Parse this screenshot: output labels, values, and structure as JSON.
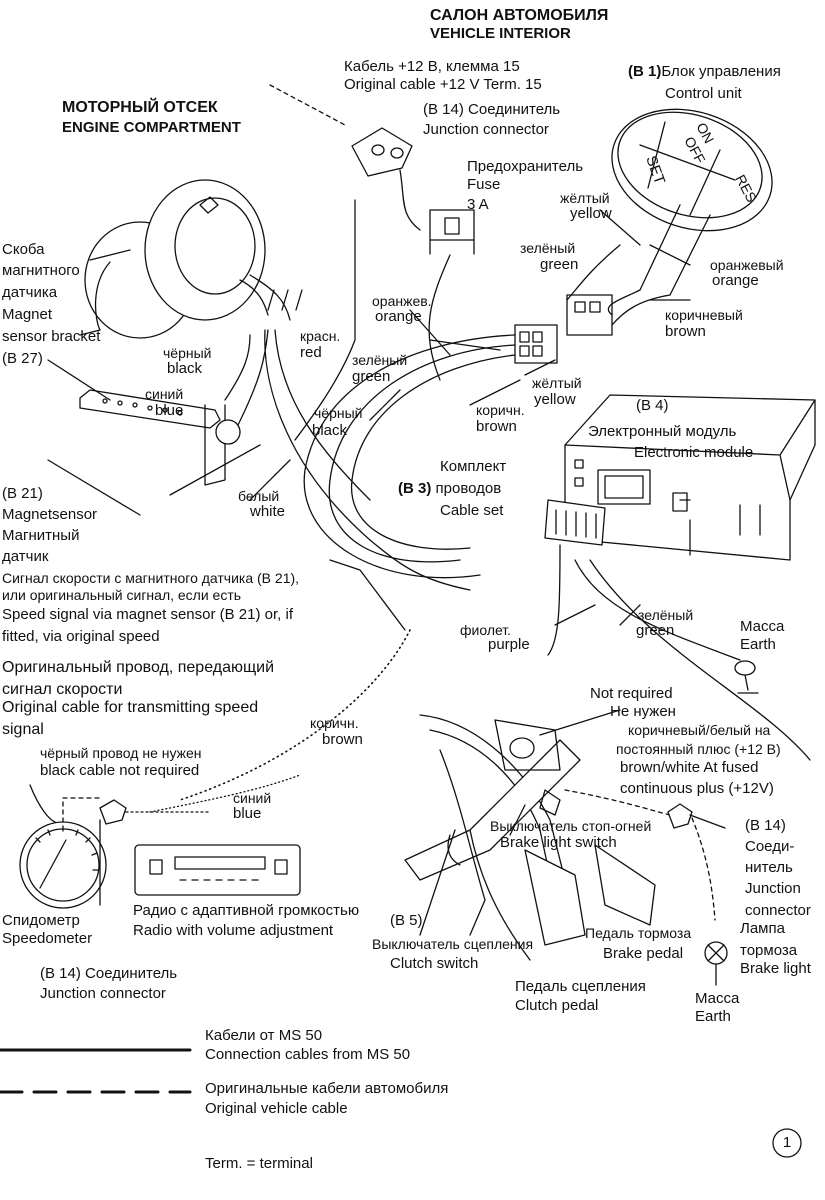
{
  "headers": {
    "cabin_ru": "САЛОН АВТОМОБИЛЯ",
    "cabin_en": "VEHICLE INTERIOR",
    "engine_ru": "МОТОРНЫЙ ОТСЕК",
    "engine_en": "ENGINE COMPARTMENT"
  },
  "labels": {
    "cable15_ru": "Кабель +12 В, клемма 15",
    "cable15_en": "Original cable +12 V Term. 15",
    "b14_top_code": "(B 14)",
    "b14_top_ru": "Соединитель",
    "b14_top_en": "Junction connector",
    "fuse_ru": "Предохранитель",
    "fuse_en": "Fuse",
    "fuse_val": "3 A",
    "b1_code": "(B 1)",
    "b1_ru": "Блок управления",
    "b1_en": "Control unit",
    "btn_set": "SET",
    "btn_on": "ON",
    "btn_off": "OFF",
    "btn_res": "RES",
    "yellow1_ru": "жёлтый",
    "yellow1_en": "yellow",
    "green1_ru": "зелёный",
    "green1_en": "green",
    "orange1_ru": "оранжевый",
    "orange1_en": "orange",
    "brown1_ru": "коричневый",
    "brown1_en": "brown",
    "orange2_ru": "оранжев.",
    "orange2_en": "orange",
    "red_ru": "красн.",
    "red_en": "red",
    "green2_ru": "зелёный",
    "green2_en": "green",
    "yellow2_ru": "жёлтый",
    "yellow2_en": "yellow",
    "brown2_ru": "коричн.",
    "brown2_en": "brown",
    "b4_code": "(B 4)",
    "b4_ru": "Электронный модуль",
    "b4_en": "Electronic module",
    "bracket_ru1": "Скоба",
    "bracket_ru2": "магнитного",
    "bracket_ru3": "датчика",
    "bracket_en1": "Magnet",
    "bracket_en2": "sensor bracket",
    "bracket_code": "(B 27)",
    "black1_ru": "чёрный",
    "black1_en": "black",
    "blue1_ru": "синий",
    "blue1_en": "blue",
    "black2_ru": "чёрный",
    "black2_en": "black",
    "b3_ru_1": "Комплект",
    "b3_code": "(B 3)",
    "b3_ru_2": "проводов",
    "b3_en": "Cable set",
    "b21_code": "(B 21)",
    "b21_en": "Magnetsensor",
    "b21_ru1": "Магнитный",
    "b21_ru2": "датчик",
    "white_ru": "белый",
    "white_en": "white",
    "speed_ru1": "Сигнал скорости с магнитного датчика (B 21),",
    "speed_ru2": "или оригинальный сигнал, если есть",
    "speed_en1": "Speed signal via magnet sensor (B 21) or, if",
    "speed_en2": "fitted, via original speed",
    "purple_ru": "фиолет.",
    "purple_en": "purple",
    "green3_ru": "зелёный",
    "green3_en": "green",
    "earth1_ru": "Масса",
    "earth1_en": "Earth",
    "orig_ru1": "Оригинальный провод, передающий",
    "orig_ru2": "сигнал скорости",
    "orig_en1": "Original cable for transmitting speed",
    "orig_en2": "signal",
    "notreq_en": "Not required",
    "notreq_ru": "Не нужен",
    "bw_ru1": "коричневый/белый на",
    "bw_ru2": "постоянный плюс (+12 В)",
    "bw_en1": "brown/white At fused",
    "bw_en2": "continuous plus (+12V)",
    "brown3_ru": "коричн.",
    "brown3_en": "brown",
    "blackreq_ru": "чёрный провод не нужен",
    "blackreq_en": "black cable not required",
    "blue2_ru": "синий",
    "blue2_en": "blue",
    "stop_ru": "Выключатель стоп-огней",
    "stop_en": "Brake light switch",
    "b14_right_code": "(B 14)",
    "b14_right_ru1": "Соеди-",
    "b14_right_ru2": "нитель",
    "b14_right_en1": "Junction",
    "b14_right_en2": "connector",
    "speedo_ru": "Спидометр",
    "speedo_en": "Speedometer",
    "radio_ru": "Радио с адаптивной громкостью",
    "radio_en": "Radio with volume adjustment",
    "b5_code": "(B 5)",
    "clutchsw_ru": "Выключатель сцепления",
    "clutchsw_en": "Clutch switch",
    "brakepedal_ru": "Педаль тормоза",
    "brakepedal_en": "Brake pedal",
    "lamp_ru1": "Лампа",
    "lamp_ru2": "тормоза",
    "lamp_en": "Brake light",
    "b14_bottom_code": "(B 14)",
    "b14_bottom_ru": "Соединитель",
    "b14_bottom_en": "Junction connector",
    "clutchpedal_ru": "Педаль сцепления",
    "clutchpedal_en": "Clutch pedal",
    "earth2_ru": "Масса",
    "earth2_en": "Earth"
  },
  "legend": {
    "solid_ru": "Кабели от MS 50",
    "solid_en": "Connection cables from MS 50",
    "dashed_ru": "Оригинальные кабели автомобиля",
    "dashed_en": "Original vehicle cable"
  },
  "footnote": "Term. = terminal",
  "page_number": "1"
}
